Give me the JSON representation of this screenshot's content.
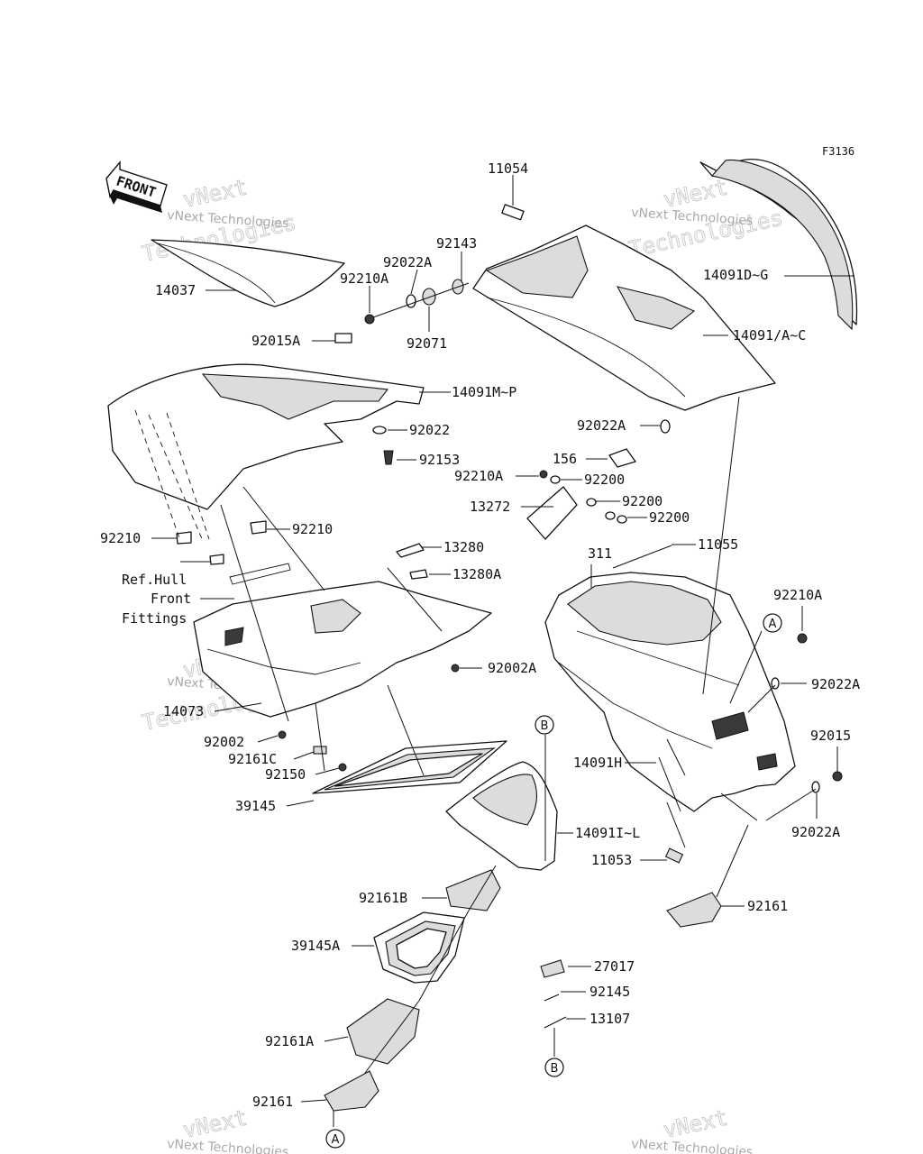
{
  "figure_code": "F3136",
  "front_arrow_label": "FRONT",
  "ref_note": [
    "Ref.Hull",
    "Front",
    "Fittings"
  ],
  "watermark": {
    "small": "vNext Technologies",
    "big_top": "vNext",
    "big_bottom": "Technologies"
  },
  "part_labels": [
    "11054",
    "92143",
    "92022A",
    "92210A",
    "14037",
    "92071",
    "14091D~G",
    "14091/A~C",
    "92015A",
    "14091M~P",
    "92022",
    "92153",
    "92022A",
    "156",
    "92210A",
    "92200",
    "13272",
    "92200",
    "92200",
    "92210",
    "92210",
    "13280",
    "11055",
    "13280A",
    "311",
    "92210A",
    "92002A",
    "92022A",
    "14073",
    "92015",
    "92002",
    "92161C",
    "14091H",
    "92150",
    "39145",
    "14091I~L",
    "92022A",
    "11053",
    "92161B",
    "92161",
    "39145A",
    "27017",
    "92145",
    "13107",
    "92161A",
    "92161"
  ],
  "callouts": [
    "A",
    "B",
    "B",
    "A"
  ]
}
